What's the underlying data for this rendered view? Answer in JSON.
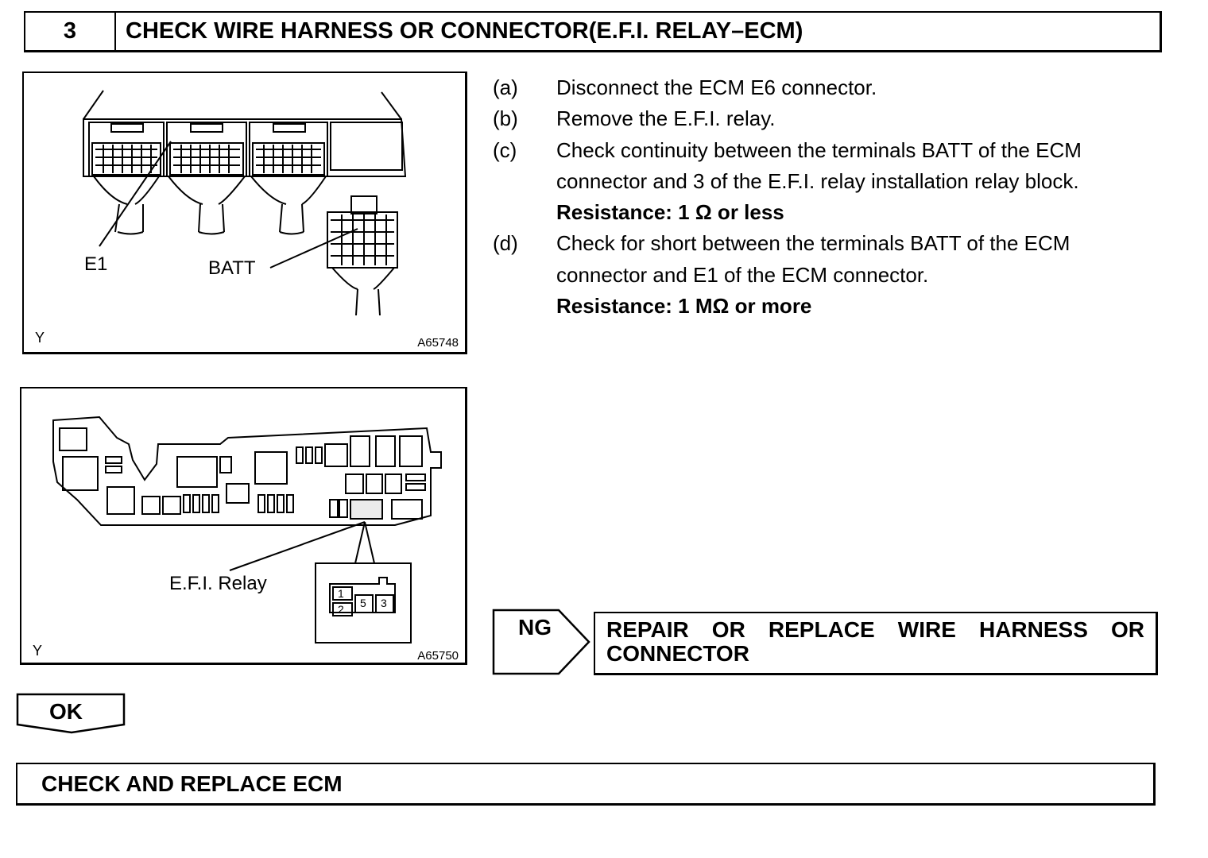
{
  "header": {
    "step_number": "3",
    "title": "CHECK WIRE HARNESS OR CONNECTOR(E.F.I. RELAY–ECM)"
  },
  "figure_ecm": {
    "label_e1": "E1",
    "label_batt": "BATT",
    "corner_label": "Y",
    "figure_id": "A65748"
  },
  "figure_relay": {
    "label_relay": "E.F.I. Relay",
    "terminals": [
      "1",
      "2",
      "5",
      "3"
    ],
    "corner_label": "Y",
    "figure_id": "A65750"
  },
  "instructions": {
    "a": {
      "letter": "(a)",
      "text": "Disconnect the ECM E6 connector."
    },
    "b": {
      "letter": "(b)",
      "text": "Remove the E.F.I. relay."
    },
    "c": {
      "letter": "(c)",
      "line1": "Check continuity between the terminals BATT of the ECM",
      "line2": "connector and 3 of the E.F.I. relay installation relay block.",
      "resistance": "Resistance: 1 Ω or less"
    },
    "d": {
      "letter": "(d)",
      "line1": "Check for short between the terminals BATT of the ECM",
      "line2": "connector and E1 of the ECM connector.",
      "resistance": "Resistance: 1 MΩ or more"
    }
  },
  "ng": {
    "label": "NG",
    "result_line1": "REPAIR OR REPLACE WIRE HARNESS OR",
    "result_line2": "CONNECTOR"
  },
  "ok": {
    "label": "OK"
  },
  "final": {
    "text": "CHECK AND REPLACE ECM"
  }
}
